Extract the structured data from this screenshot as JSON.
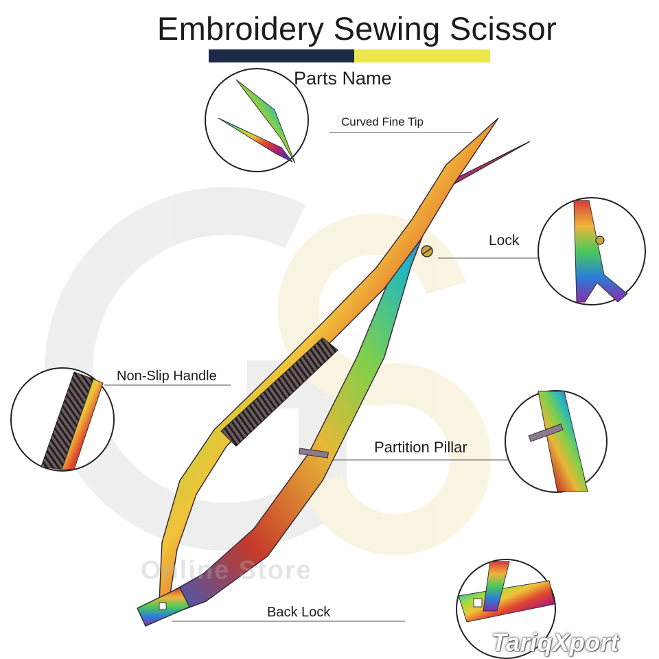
{
  "title": "Embroidery Sewing Scissor",
  "subtitle": "Parts Name",
  "accent_colors": {
    "navy": "#1b2a48",
    "yellow": "#ece64a"
  },
  "parts": {
    "curved_fine_tip": "Curved Fine Tip",
    "lock": "Lock",
    "non_slip_handle": "Non-Slip Handle",
    "partition_pillar": "Partition Pillar",
    "back_lock": "Back Lock"
  },
  "background_brand": "Online Store",
  "watermark": "TariqXport"
}
